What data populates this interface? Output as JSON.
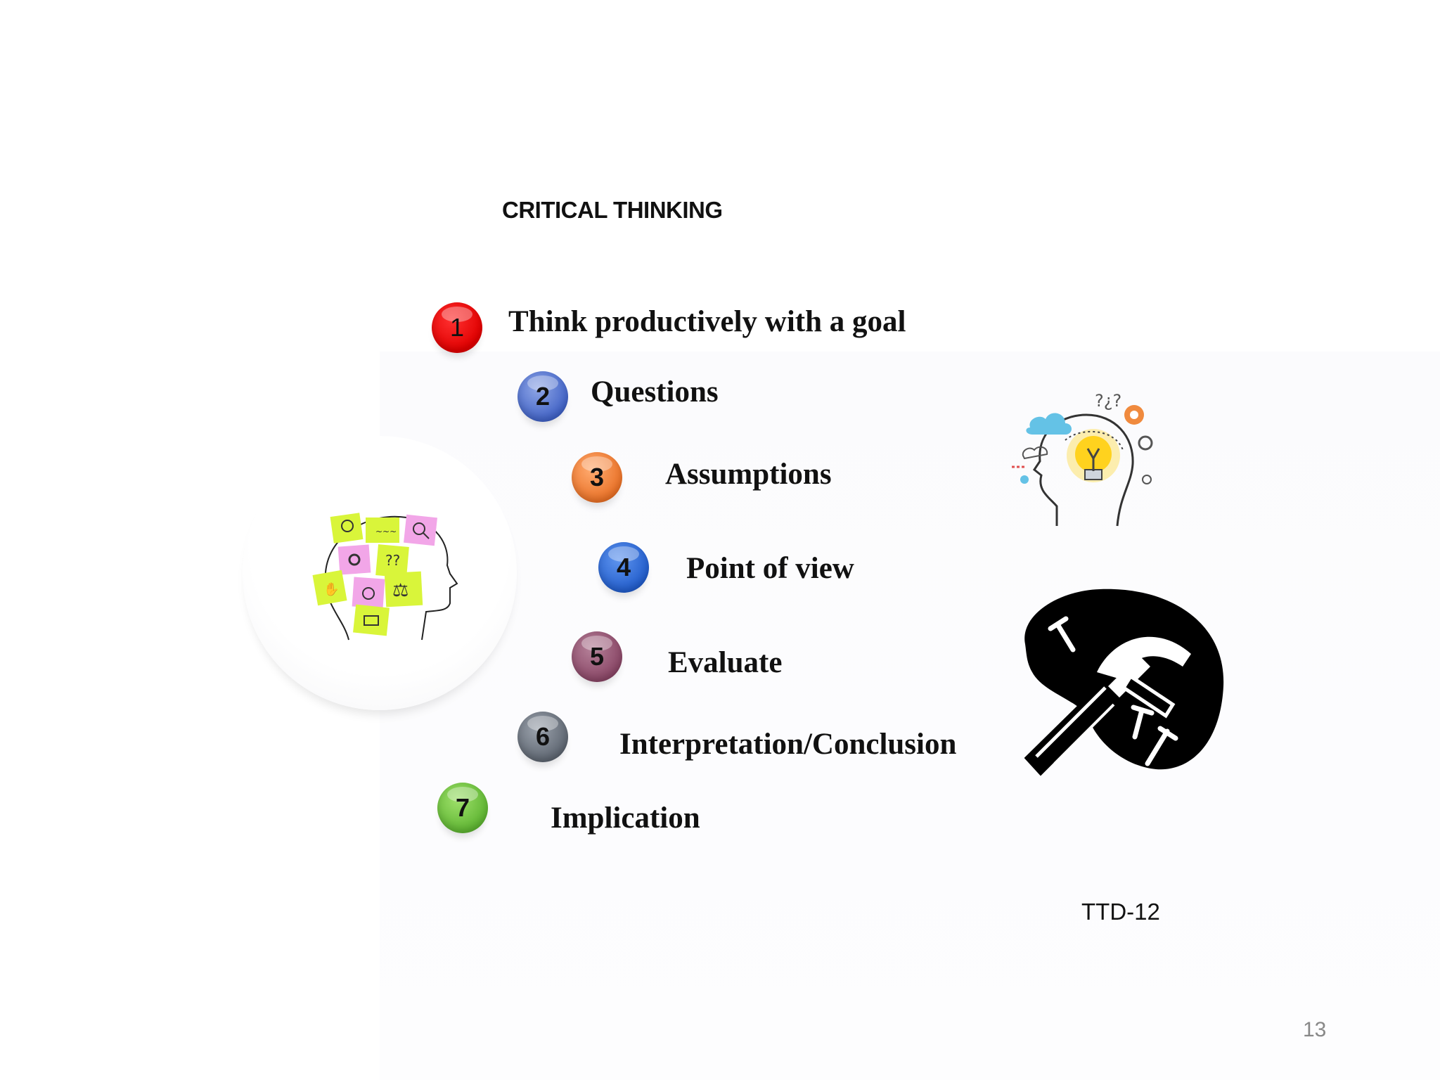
{
  "slide": {
    "title": "CRITICAL THINKING",
    "items": [
      {
        "number": "1",
        "label": "Think productively with a goal",
        "color": "#e50000"
      },
      {
        "number": "2",
        "label": "Questions",
        "color": "#4a6acb"
      },
      {
        "number": "3",
        "label": "Assumptions",
        "color": "#ee7a2e"
      },
      {
        "number": "4",
        "label": "Point of view",
        "color": "#2763d2"
      },
      {
        "number": "5",
        "label": "Evaluate",
        "color": "#8e4b6c"
      },
      {
        "number": "6",
        "label": "Interpretation/Conclusion",
        "color": "#636b76"
      },
      {
        "number": "7",
        "label": "Implication",
        "color": "#67bb38"
      }
    ],
    "footer_label": "TTD-12",
    "page_number": "13"
  },
  "icons": {
    "left": "head-with-sticky-notes-icon",
    "top_right": "head-with-lightbulb-icon",
    "bottom_right": "hammer-and-nails-icon"
  }
}
